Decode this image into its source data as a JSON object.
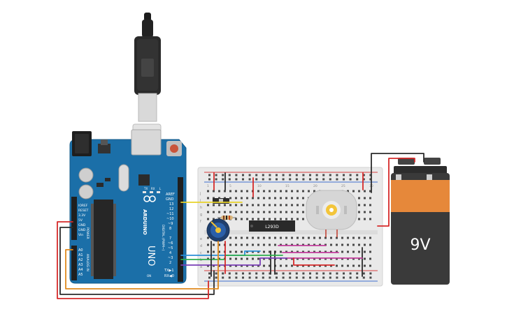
{
  "arduino": {
    "aref": "AREF",
    "gnd": "GND",
    "pin13": "13",
    "pin12": "12",
    "pin11": "~11",
    "pin10": "~10",
    "pin9": "~9",
    "pin8": "8",
    "pin7": "7",
    "pin6": "~6",
    "pin5": "~5",
    "pin4": "4",
    "pin3": "~3",
    "pin2": "2",
    "pin1": "TX▶1",
    "pin0": "RX◀0",
    "ioref": "IOREF",
    "reset": "RESET",
    "v33": "3.3V",
    "v5": "5V",
    "gnd1": "GND",
    "gnd2": "GND",
    "vin": "Vin",
    "a0": "A0",
    "a1": "A1",
    "a2": "A2",
    "a3": "A3",
    "a4": "A4",
    "a5": "A5",
    "brand": "ARDUINO",
    "model": "UNO",
    "power": "POWER",
    "analog_in": "ANALOG IN",
    "digital": "DIGITAL (PWM~)",
    "tx": "TX",
    "rx": "RX",
    "l": "L",
    "on": "ON"
  },
  "ic": {
    "label": "L293D"
  },
  "battery": {
    "label": "9V"
  },
  "breadboard": {
    "row_letters_top": [
      "j",
      "i",
      "h",
      "g",
      "f"
    ],
    "row_letters_bottom": [
      "e",
      "d",
      "c",
      "b",
      "a"
    ],
    "column_numbers": [
      "1",
      "",
      "",
      "",
      "5",
      "",
      "",
      "",
      "",
      "10",
      "",
      "",
      "",
      "",
      "15",
      "",
      "",
      "",
      "",
      "20",
      "",
      "",
      "",
      "",
      "25",
      "",
      "",
      "",
      "",
      "30"
    ]
  },
  "colors": {
    "arduino_blue": "#1b6fa8",
    "breadboard": "#e9e9e9",
    "battery_orange": "#e6883a",
    "battery_dark": "#3a3a3a",
    "wire_red": "#d62a2a",
    "wire_black": "#2b2b2b",
    "wire_yellow": "#e8d22a",
    "wire_green": "#2eae4e",
    "wire_purple": "#7a3fb6",
    "wire_blue": "#2b8fd6",
    "wire_orange": "#e08a1e",
    "wire_magenta": "#c23c9d"
  }
}
